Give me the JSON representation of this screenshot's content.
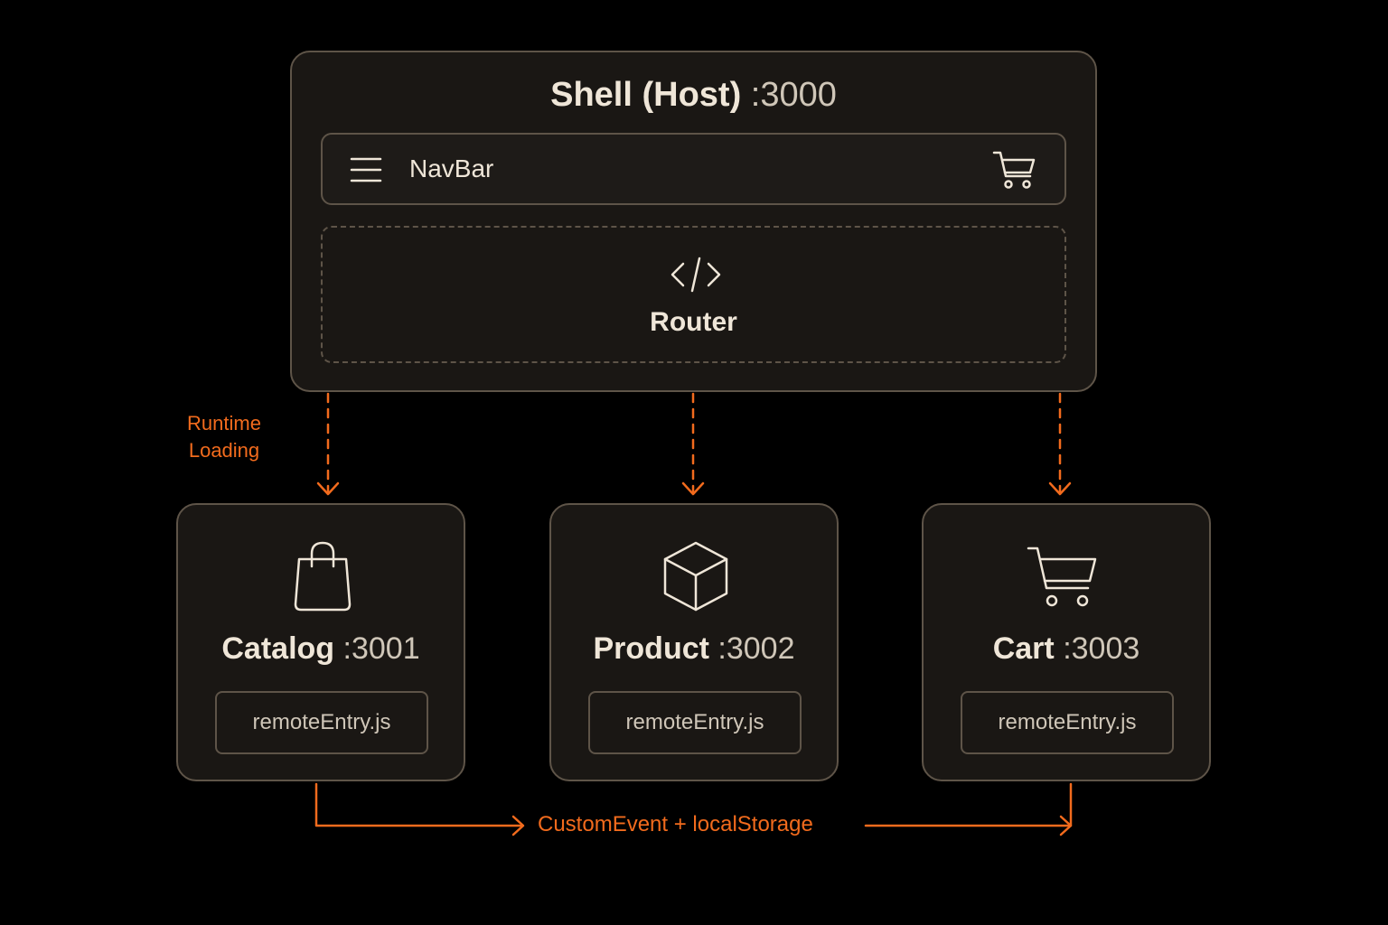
{
  "colors": {
    "background": "#000000",
    "card": "#1a1714",
    "border": "#5e5448",
    "text": "#efe6d8",
    "accent": "#f26b1d"
  },
  "shell": {
    "name": "Shell (Host)",
    "port": ":3000",
    "navbar": {
      "label": "NavBar",
      "left_icon": "hamburger-icon",
      "right_icon": "cart-icon"
    },
    "router": {
      "label": "Router",
      "icon": "code-icon"
    }
  },
  "connections": {
    "loading_label_line1": "Runtime",
    "loading_label_line2": "Loading",
    "event_label": "CustomEvent + localStorage"
  },
  "remotes": [
    {
      "name": "Catalog",
      "port": ":3001",
      "entry": "remoteEntry.js",
      "icon": "shopping-bag-icon"
    },
    {
      "name": "Product",
      "port": ":3002",
      "entry": "remoteEntry.js",
      "icon": "cube-icon"
    },
    {
      "name": "Cart",
      "port": ":3003",
      "entry": "remoteEntry.js",
      "icon": "shopping-cart-icon"
    }
  ]
}
